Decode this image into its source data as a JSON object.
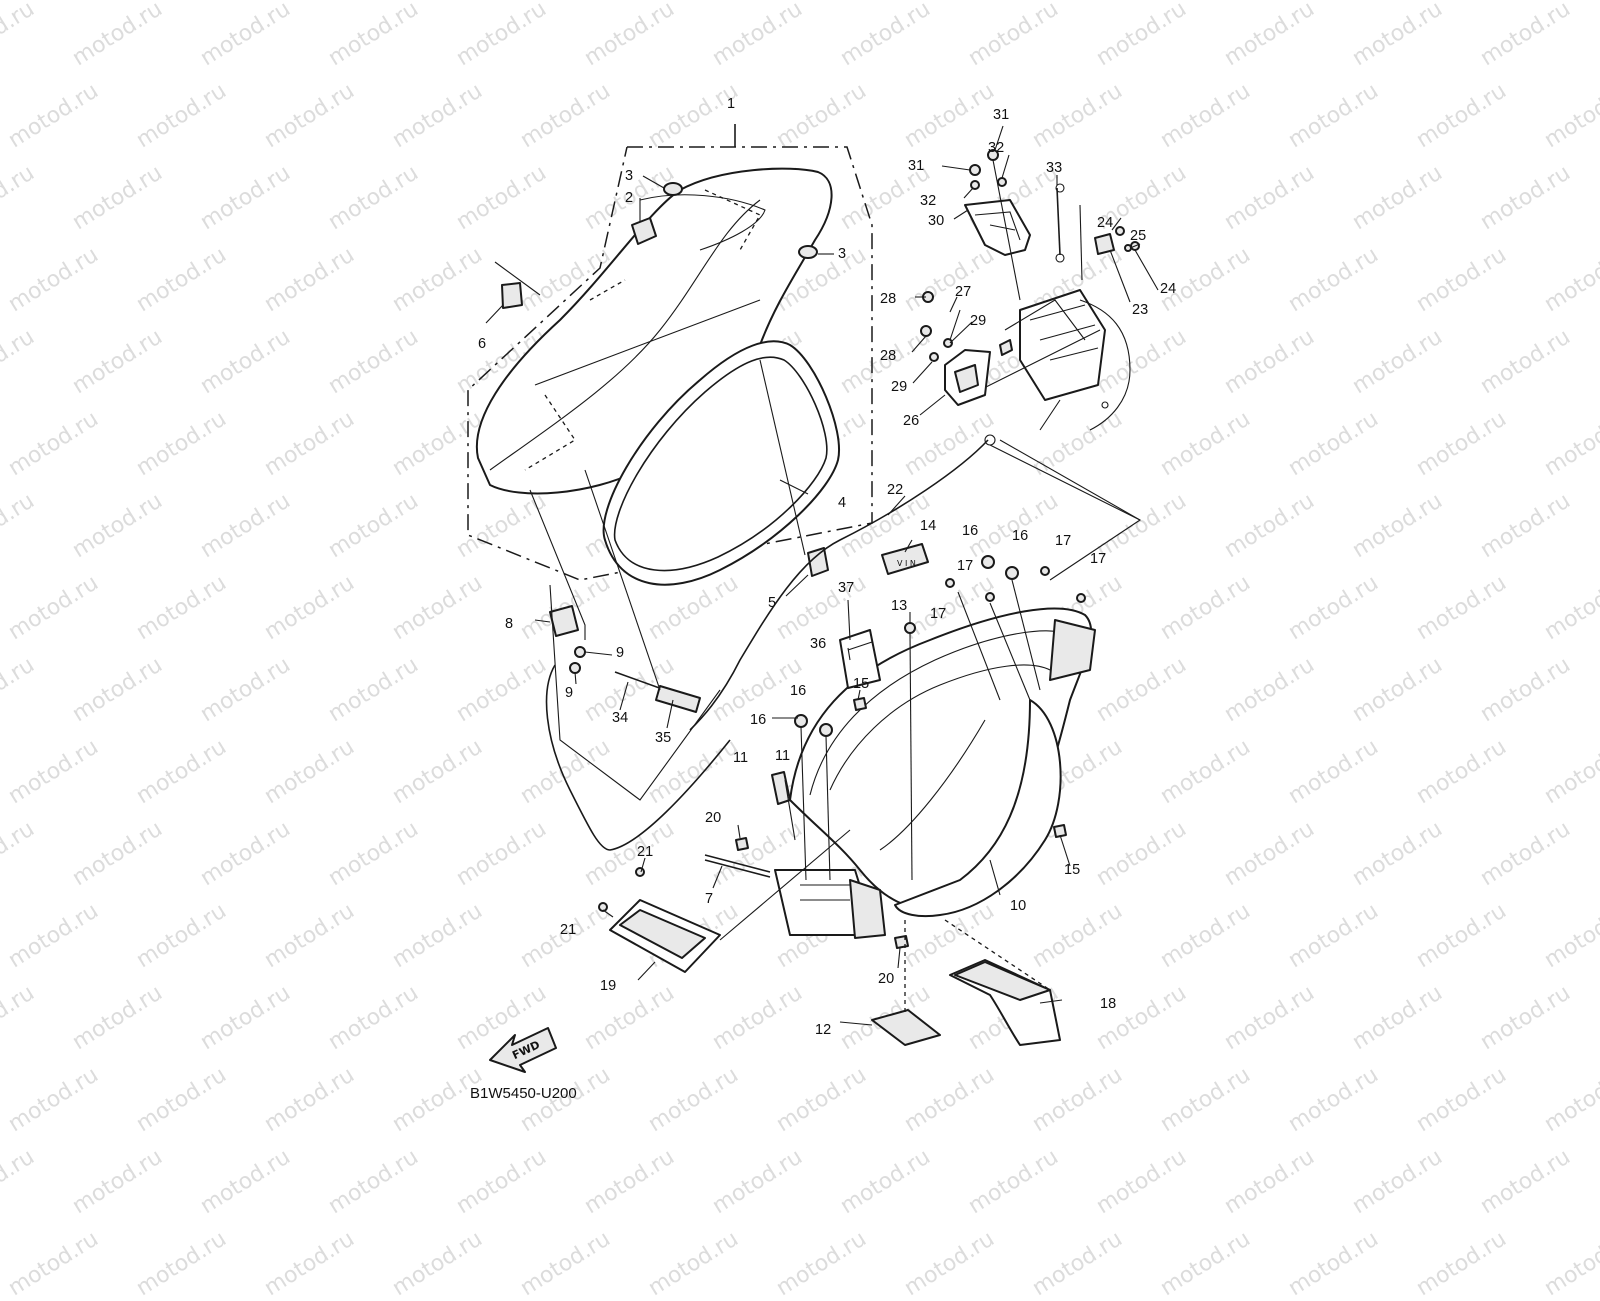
{
  "watermark": "motod.ru",
  "diagram_code": "B1W5450-U200",
  "fwd_label": "FWD",
  "callouts": [
    {
      "id": "c1",
      "label": "1"
    },
    {
      "id": "c2",
      "label": "2"
    },
    {
      "id": "c3a",
      "label": "3"
    },
    {
      "id": "c3b",
      "label": "3"
    },
    {
      "id": "c4",
      "label": "4"
    },
    {
      "id": "c5",
      "label": "5"
    },
    {
      "id": "c6",
      "label": "6"
    },
    {
      "id": "c7",
      "label": "7"
    },
    {
      "id": "c8",
      "label": "8"
    },
    {
      "id": "c9a",
      "label": "9"
    },
    {
      "id": "c9b",
      "label": "9"
    },
    {
      "id": "c10",
      "label": "10"
    },
    {
      "id": "c11a",
      "label": "11"
    },
    {
      "id": "c11b",
      "label": "11"
    },
    {
      "id": "c12",
      "label": "12"
    },
    {
      "id": "c13",
      "label": "13"
    },
    {
      "id": "c14",
      "label": "14"
    },
    {
      "id": "c15a",
      "label": "15"
    },
    {
      "id": "c15b",
      "label": "15"
    },
    {
      "id": "c16a",
      "label": "16"
    },
    {
      "id": "c16b",
      "label": "16"
    },
    {
      "id": "c16c",
      "label": "16"
    },
    {
      "id": "c16d",
      "label": "16"
    },
    {
      "id": "c17a",
      "label": "17"
    },
    {
      "id": "c17b",
      "label": "17"
    },
    {
      "id": "c17c",
      "label": "17"
    },
    {
      "id": "c17d",
      "label": "17"
    },
    {
      "id": "c18",
      "label": "18"
    },
    {
      "id": "c19",
      "label": "19"
    },
    {
      "id": "c20a",
      "label": "20"
    },
    {
      "id": "c20b",
      "label": "20"
    },
    {
      "id": "c21a",
      "label": "21"
    },
    {
      "id": "c21b",
      "label": "21"
    },
    {
      "id": "c22",
      "label": "22"
    },
    {
      "id": "c23",
      "label": "23"
    },
    {
      "id": "c24a",
      "label": "24"
    },
    {
      "id": "c24b",
      "label": "24"
    },
    {
      "id": "c25",
      "label": "25"
    },
    {
      "id": "c26",
      "label": "26"
    },
    {
      "id": "c27",
      "label": "27"
    },
    {
      "id": "c28a",
      "label": "28"
    },
    {
      "id": "c28b",
      "label": "28"
    },
    {
      "id": "c29a",
      "label": "29"
    },
    {
      "id": "c29b",
      "label": "29"
    },
    {
      "id": "c30",
      "label": "30"
    },
    {
      "id": "c31a",
      "label": "31"
    },
    {
      "id": "c31b",
      "label": "31"
    },
    {
      "id": "c32a",
      "label": "32"
    },
    {
      "id": "c32b",
      "label": "32"
    },
    {
      "id": "c33",
      "label": "33"
    },
    {
      "id": "c34",
      "label": "34"
    },
    {
      "id": "c35",
      "label": "35"
    },
    {
      "id": "c36",
      "label": "36"
    },
    {
      "id": "c37",
      "label": "37"
    }
  ]
}
